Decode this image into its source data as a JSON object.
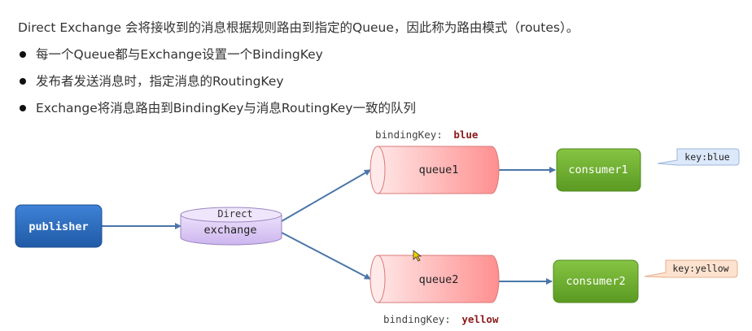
{
  "intro_text": "Direct Exchange 会将接收到的消息根据规则路由到指定的Queue，因此称为路由模式（routes）。",
  "bullets": [
    "每一个Queue都与Exchange设置一个BindingKey",
    "发布者发送消息时，指定消息的RoutingKey",
    "Exchange将消息路由到BindingKey与消息RoutingKey一致的队列"
  ],
  "diagram": {
    "publisher": "publisher",
    "exchange_type": "Direct",
    "exchange": "exchange",
    "queue1": "queue1",
    "queue2": "queue2",
    "consumer1": "consumer1",
    "consumer2": "consumer2",
    "binding1_prefix": "bindingKey:",
    "binding1_value": "blue",
    "binding2_prefix": "bindingKey:",
    "binding2_value": "yellow",
    "callout1": "key:blue",
    "callout2": "key:yellow"
  },
  "colors": {
    "publisher": "#2f6fbf",
    "exchange": "#d9c8f2",
    "queue": "#ffb3b3",
    "consumer": "#6aaa2d",
    "callout_blue": "#dce9fb",
    "callout_orange": "#fde2cf",
    "arrow": "#4a76a8",
    "binding_value": "#8b1a1a"
  }
}
